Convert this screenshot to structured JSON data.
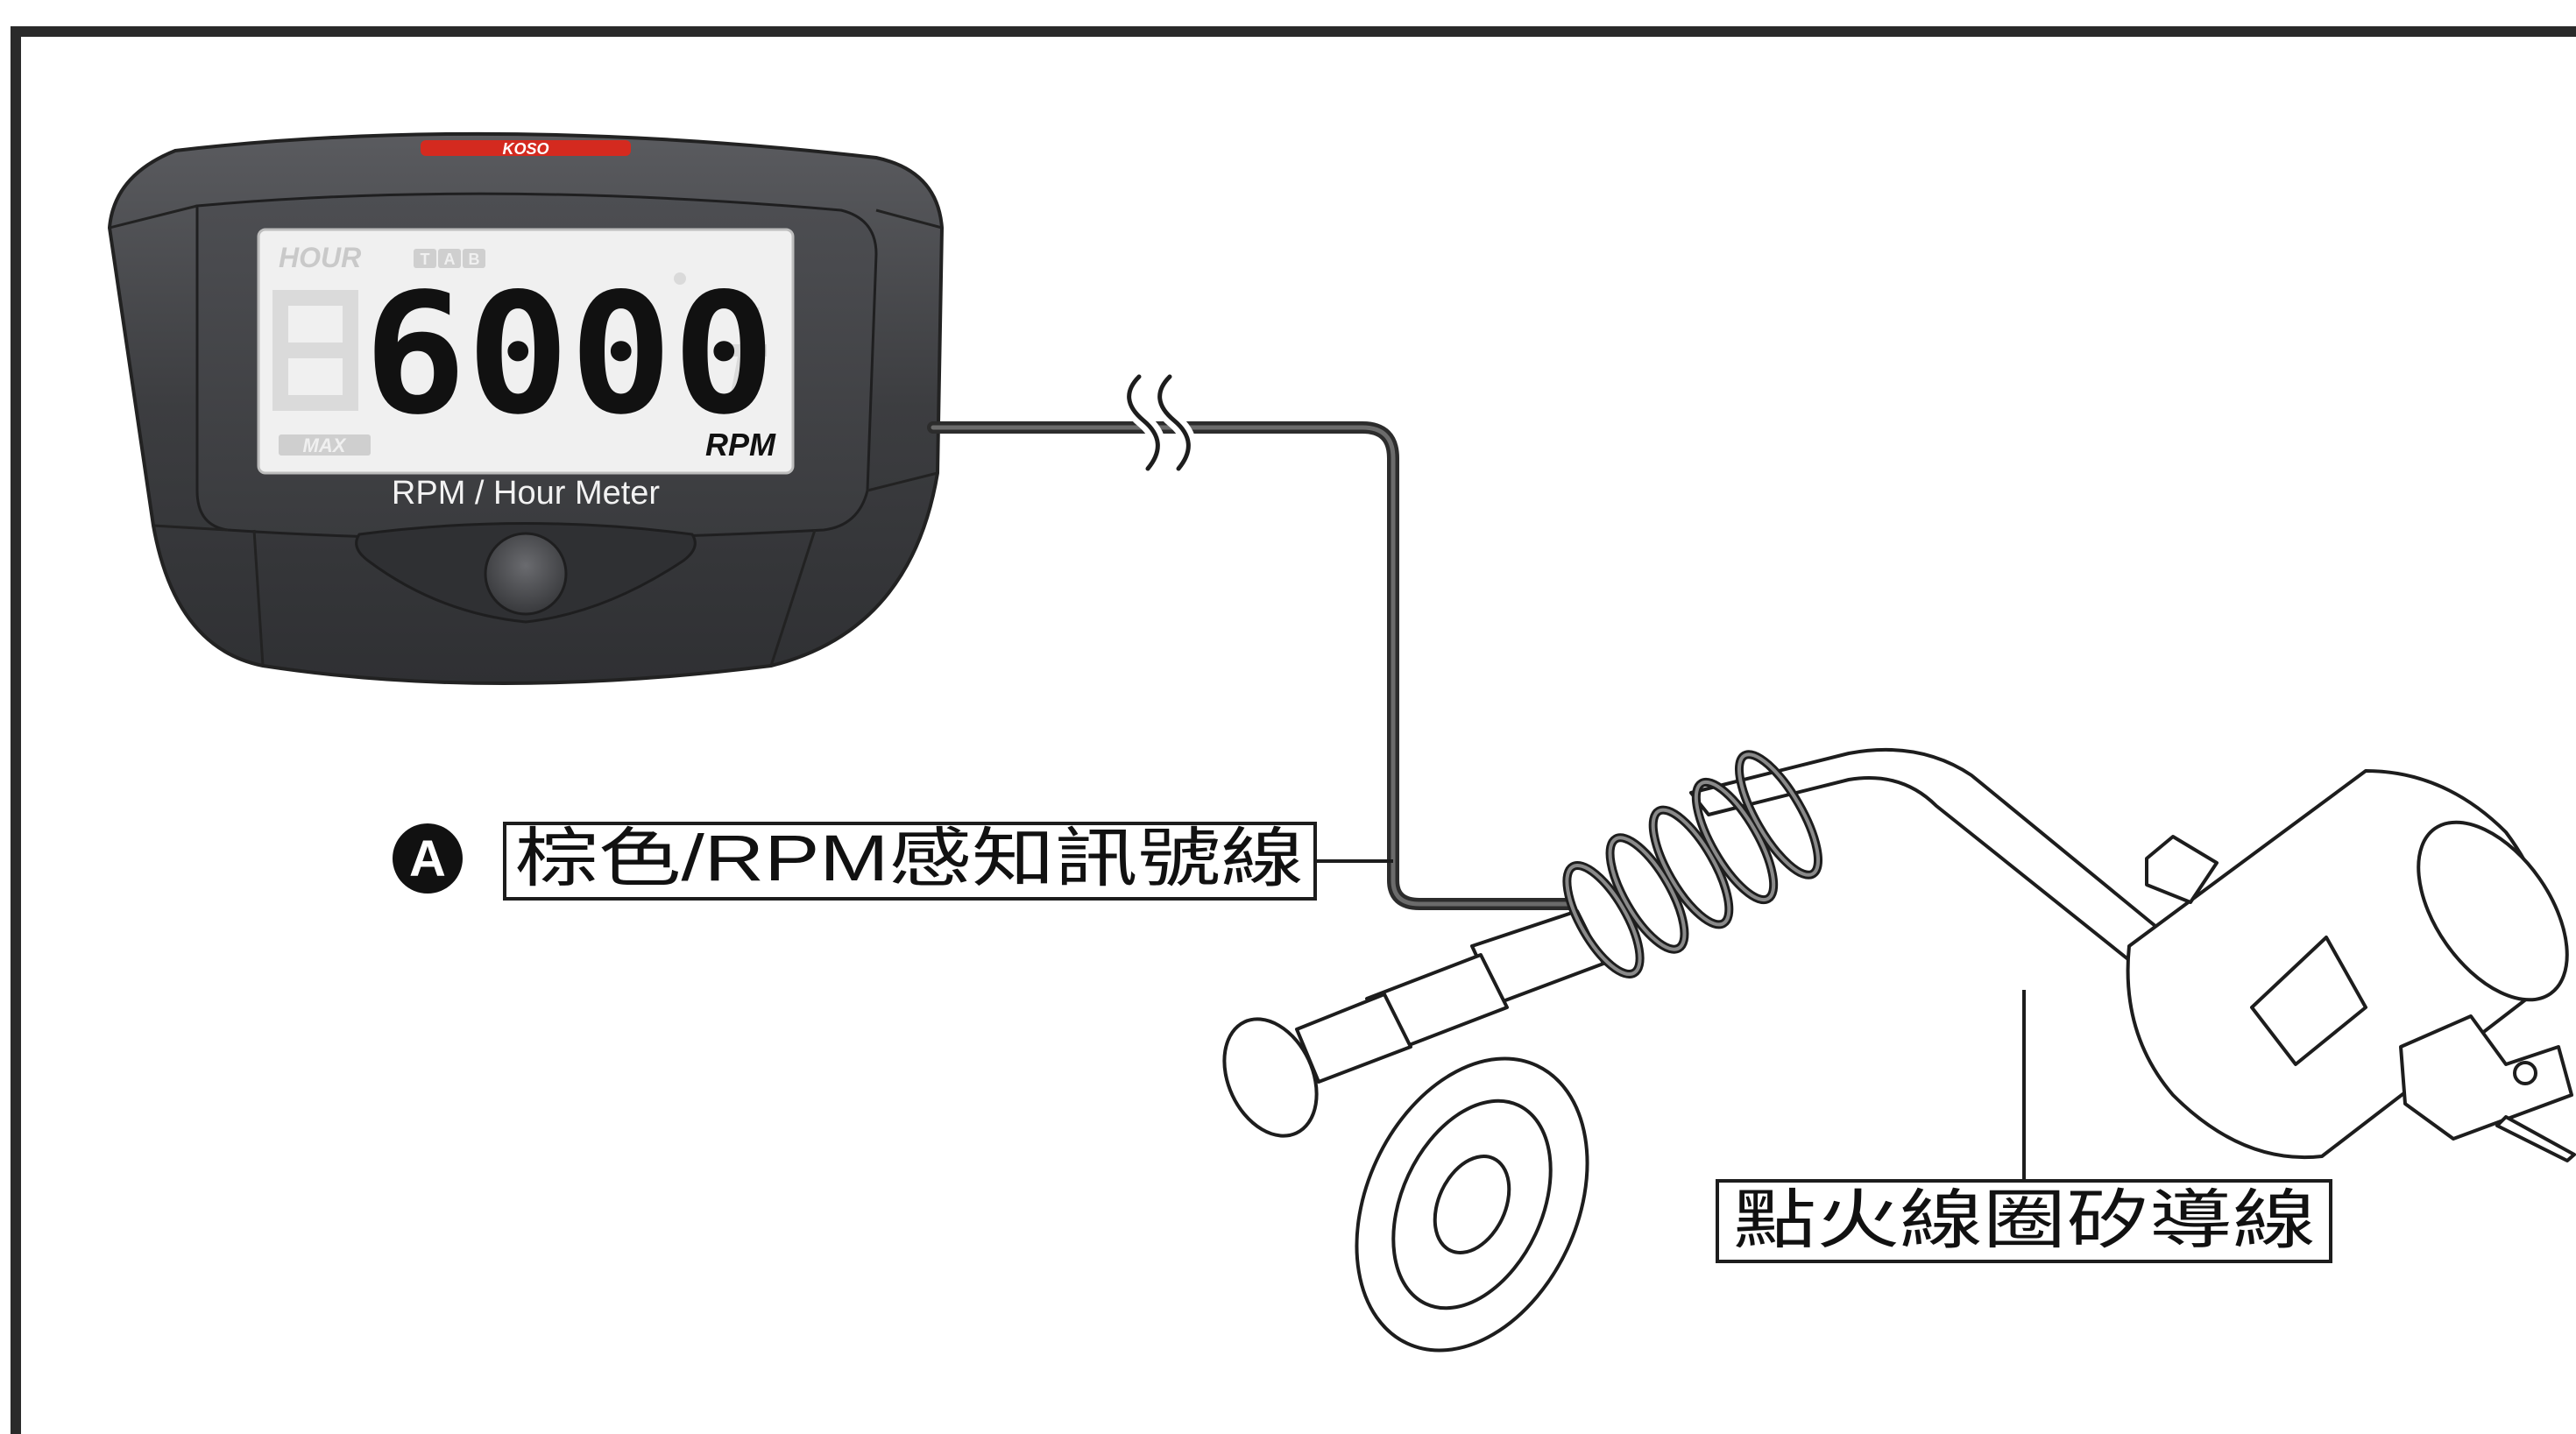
{
  "meter": {
    "brand_logo": "KOSO",
    "mode_label": "HOUR",
    "tab_letters": [
      "T",
      "A",
      "B"
    ],
    "reading": "6000",
    "unit_label": "RPM",
    "max_label": "MAX",
    "device_caption": "RPM / Hour Meter"
  },
  "labels": {
    "wire_a_badge": "A",
    "wire_a_text": "棕色/RPM感知訊號線",
    "coil_wire_text": "點火線圈矽導線"
  },
  "colors": {
    "frame": "#2a2a2a",
    "meter_body": "#3f3f41",
    "meter_bezel": "#55565a",
    "lcd_bg": "#f0f0f0",
    "digit": "#111111",
    "logo_red": "#d42a1f"
  }
}
